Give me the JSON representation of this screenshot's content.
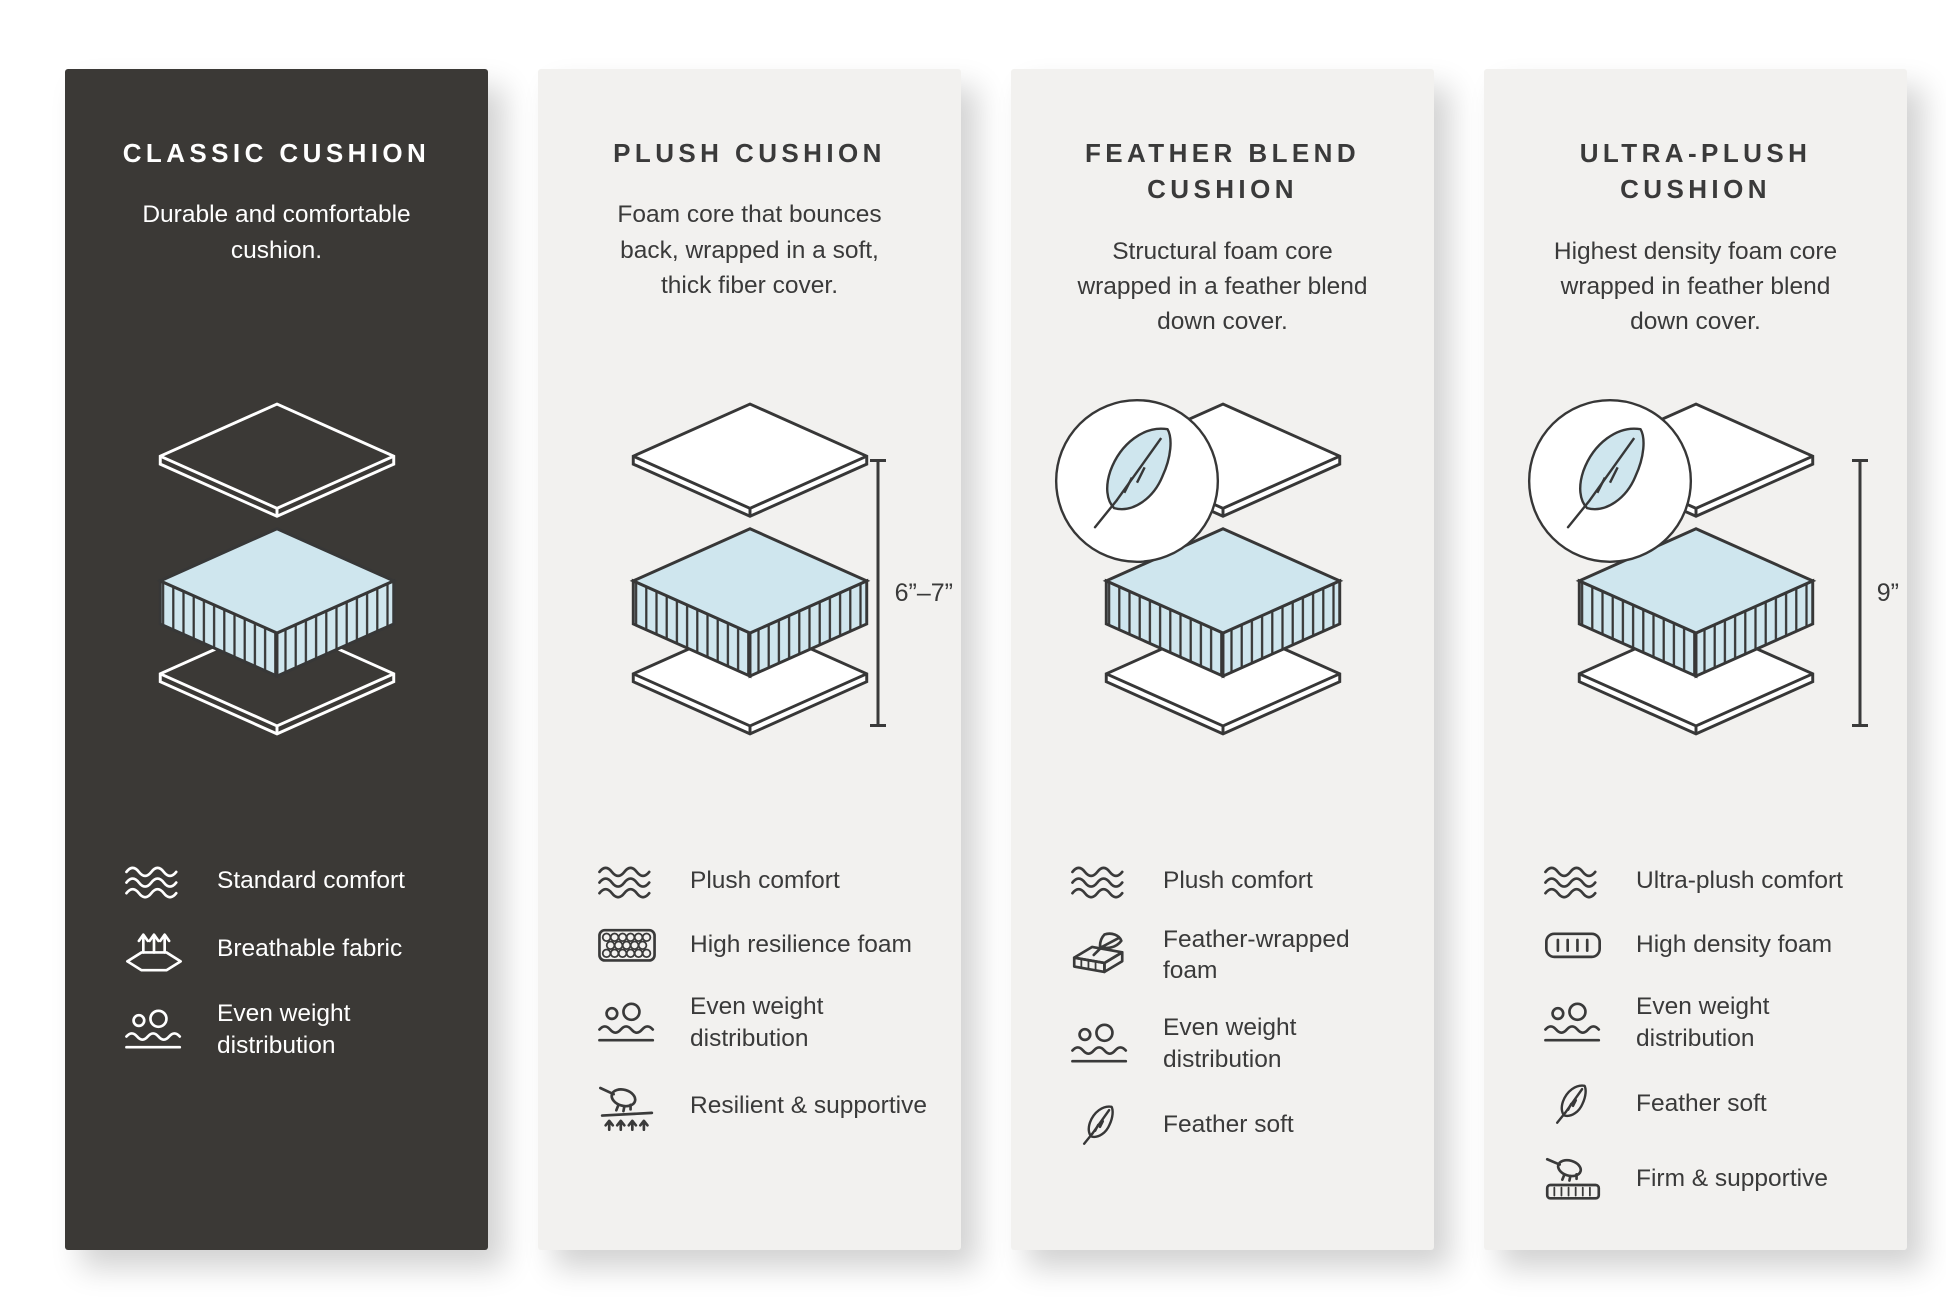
{
  "colors": {
    "page_bg": "#ffffff",
    "dark_panel_bg": "#3b3936",
    "light_panel_bg": "#f2f1ef",
    "outline_dark": "#373737",
    "outline_light": "#ffffff",
    "foam_blue": "#cfe6ee"
  },
  "cards": [
    {
      "theme": "dark",
      "title": "CLASSIC CUSHION",
      "description": "Durable and comfortable cushion.",
      "has_feather_badge": false,
      "measurement": "",
      "features": [
        {
          "icon": "comfort-waves-icon",
          "label": "Standard comfort"
        },
        {
          "icon": "breathable-fabric-icon",
          "label": "Breathable fabric"
        },
        {
          "icon": "even-weight-icon",
          "label": "Even weight distribution"
        }
      ]
    },
    {
      "theme": "light",
      "title": "PLUSH CUSHION",
      "description": "Foam core that bounces back, wrapped in a soft, thick fiber cover.",
      "has_feather_badge": false,
      "measurement": "6”–7”",
      "features": [
        {
          "icon": "comfort-waves-icon",
          "label": "Plush comfort"
        },
        {
          "icon": "resilience-foam-icon",
          "label": "High resilience foam"
        },
        {
          "icon": "even-weight-icon",
          "label": "Even weight distribution"
        },
        {
          "icon": "resilient-supportive-icon",
          "label": "Resilient & supportive"
        }
      ]
    },
    {
      "theme": "light",
      "title": "FEATHER BLEND CUSHION",
      "description": "Structural foam core wrapped in a feather blend down cover.",
      "has_feather_badge": true,
      "measurement": "",
      "features": [
        {
          "icon": "comfort-waves-icon",
          "label": "Plush comfort"
        },
        {
          "icon": "feather-wrapped-foam-icon",
          "label": "Feather-wrapped foam"
        },
        {
          "icon": "even-weight-icon",
          "label": "Even weight distribution"
        },
        {
          "icon": "feather-icon",
          "label": "Feather soft"
        }
      ]
    },
    {
      "theme": "light",
      "title": "ULTRA-PLUSH CUSHION",
      "description": "Highest density foam core wrapped in feather blend down cover.",
      "has_feather_badge": true,
      "measurement": "9”",
      "features": [
        {
          "icon": "comfort-waves-icon",
          "label": "Ultra-plush comfort"
        },
        {
          "icon": "density-foam-icon",
          "label": "High density foam"
        },
        {
          "icon": "even-weight-icon",
          "label": "Even weight distribution"
        },
        {
          "icon": "feather-icon",
          "label": "Feather soft"
        },
        {
          "icon": "firm-supportive-icon",
          "label": "Firm & supportive"
        }
      ]
    }
  ]
}
